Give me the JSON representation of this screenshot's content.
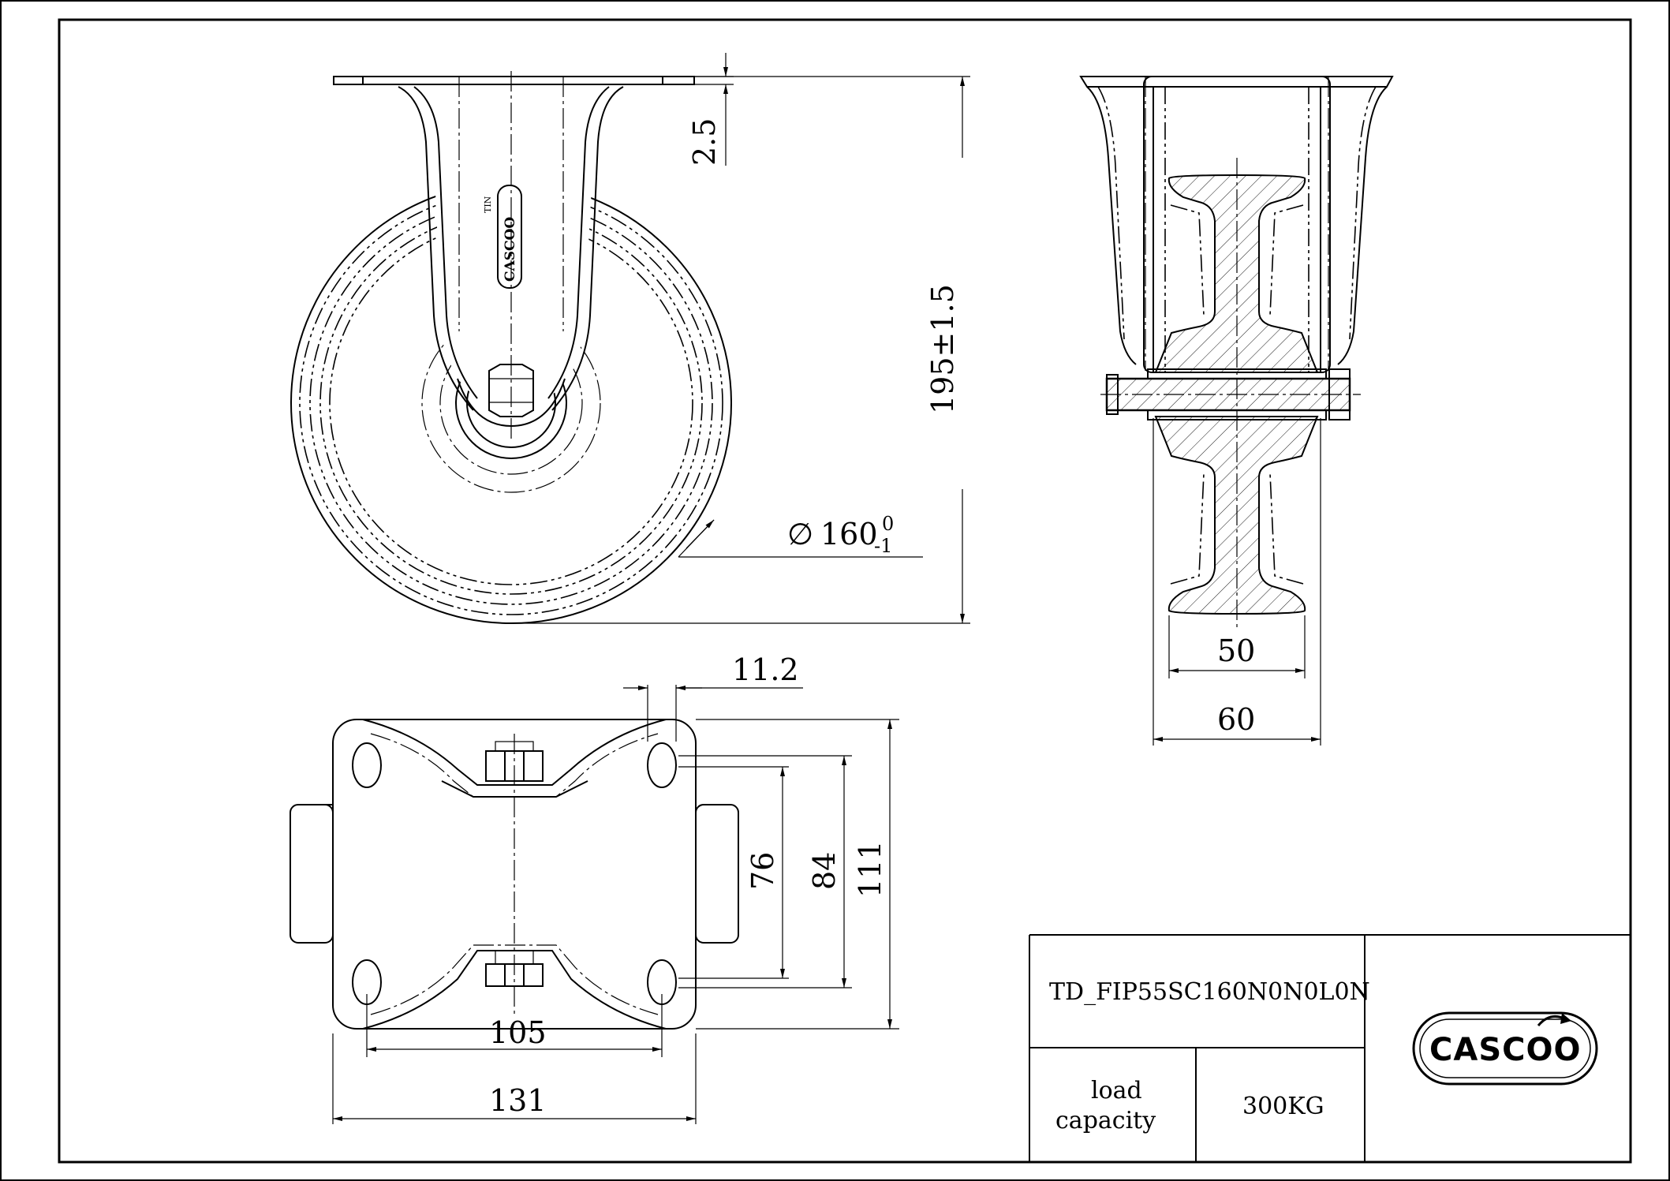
{
  "dimensions": {
    "plate_thickness": "2.5",
    "overall_height": "195±1.5",
    "wheel_diameter_symbol": "∅",
    "wheel_diameter": "160",
    "wheel_diameter_tol_upper": "0",
    "wheel_diameter_tol_lower": "-1",
    "tread_width": "50",
    "hub_length": "60",
    "slot_width": "11.2",
    "hole_spacing_short": "76",
    "hole_spacing_mid": "84",
    "plate_length": "111",
    "hole_spacing_long": "105",
    "plate_width": "131"
  },
  "fork_logo_text": "CASCOO",
  "fork_logo_mark": "TIN",
  "title_block": {
    "part_number": "TD_FIP55SC160N0N0L0N",
    "load_label_line1": "load",
    "load_label_line2": "capacity",
    "load_value": "300KG",
    "brand_logo_text": "CASCOO"
  }
}
